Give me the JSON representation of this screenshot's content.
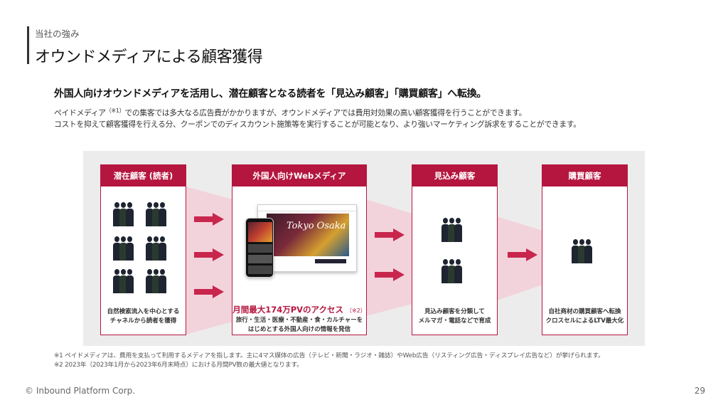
{
  "header": {
    "section_label": "当社の強み",
    "title": "オウンドメディアによる顧客獲得"
  },
  "lead": {
    "headline": "外国人向けオウンドメディアを活用し、潜在顧客となる読者を「見込み顧客」「購買顧客」へ転換。",
    "line1_a": "ペイドメディア",
    "line1_note": "（※1）",
    "line1_b": "での集客では多大なる広告費がかかりますが、オウンドメディアでは費用対効果の高い顧客獲得を行うことができます。",
    "line2": "コストを抑えて顧客獲得を行える分、クーポンでのディスカウント施策等を実行することが可能となり、より強いマーケティング訴求をすることができます。"
  },
  "stages": [
    {
      "title": "潜在顧客 (読者)",
      "desc1": "自然検索流入を中心とする",
      "desc2": "チャネルから読者を獲得"
    },
    {
      "title": "外国人向けWebメディア",
      "desc1": "旅行・生活・医療・不動産・食・カルチャーを",
      "desc2": "はじめとする外国人向けの情報を発信"
    },
    {
      "title": "見込み顧客",
      "desc1": "見込み顧客を分類して",
      "desc2": "メルマガ・電話などで育成"
    },
    {
      "title": "購買顧客",
      "desc1": "自社商材の購買顧客へ転換",
      "desc2": "クロスセルによるLTV最大化"
    }
  ],
  "media": {
    "pv_text": "月間最大174万PVのアクセス",
    "pv_note": "（※2）",
    "site_title": "Tokyo Osaka"
  },
  "footnotes": {
    "note1": "※1 ペイドメディアは、費用を支払って利用するメディアを指します。主に4マス媒体の広告（テレビ・新聞・ラジオ・雑誌）やWeb広告（リスティング広告・ディスプレイ広告など）が挙げられます。",
    "note2": "※2 2023年（2023年1月から2023年6月末時点）における月間PV数の最大値となります。"
  },
  "footer": {
    "copyright": "© Inbound Platform Corp.",
    "page_number": "29"
  },
  "colors": {
    "accent": "#b5163f",
    "arrow": "#c8264d",
    "band": "#f3d3db",
    "diagram_bg": "#ececec"
  }
}
